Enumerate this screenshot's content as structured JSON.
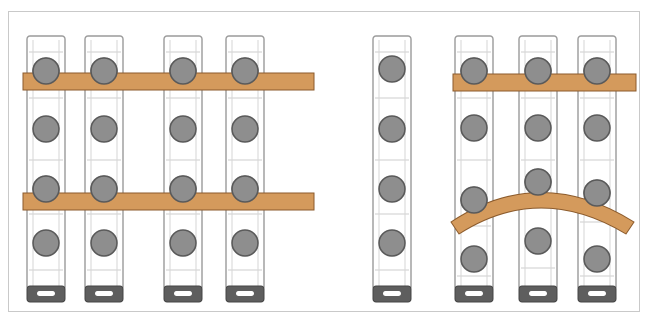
{
  "figure": {
    "colors": {
      "background": "#ffffff",
      "border": "#c9c9c9",
      "column_fill": "#ffffff",
      "column_stroke": "#9a9a9a",
      "segment_divider": "#d6d6d6",
      "circle_fill": "#8e8e8e",
      "circle_stroke": "#5a5a5a",
      "bar_fill": "#d49a5c",
      "bar_stroke": "#8b5a2b",
      "foot_fill": "#5e5e5e",
      "foot_slot": "#ffffff"
    },
    "panels": [
      {
        "name": "left-panel",
        "columns": [
          {
            "name": "column-1",
            "circles": 4,
            "bars_crossing": [
              0,
              2
            ]
          },
          {
            "name": "column-2",
            "circles": 4,
            "bars_crossing": [
              0,
              2
            ]
          },
          {
            "name": "column-3",
            "circles": 4,
            "bars_crossing": [
              0,
              2
            ]
          },
          {
            "name": "column-4",
            "circles": 4,
            "bars_crossing": [
              0,
              2
            ]
          }
        ],
        "bars": [
          {
            "name": "straight-bar-top",
            "shape": "straight"
          },
          {
            "name": "straight-bar-middle",
            "shape": "straight"
          }
        ]
      },
      {
        "name": "right-panel",
        "columns": [
          {
            "name": "column-unattached",
            "circles": 4
          },
          {
            "name": "column-a",
            "circles": 4
          },
          {
            "name": "column-b",
            "circles": 4
          },
          {
            "name": "column-c",
            "circles": 4
          }
        ],
        "bars": [
          {
            "name": "straight-bar-top",
            "shape": "straight"
          },
          {
            "name": "curved-bar-bottom",
            "shape": "arc"
          }
        ]
      }
    ]
  }
}
